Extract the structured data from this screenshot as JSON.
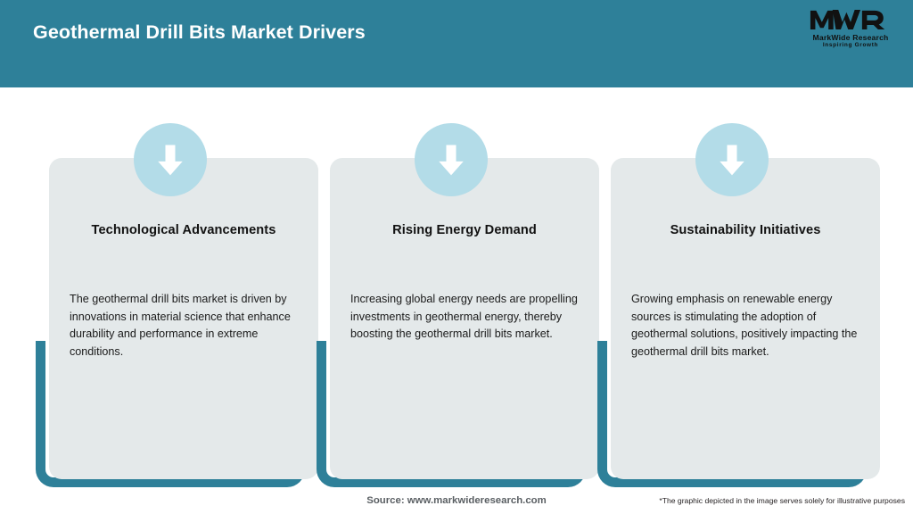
{
  "header": {
    "title": "Geothermal Drill Bits Market Drivers",
    "band_color": "#2E8099",
    "title_color": "#FFFFFF",
    "logo": {
      "mark_text": "MWR",
      "name": "MarkWide Research",
      "tagline": "Inspiring Growth",
      "icon": "mwr-logo-icon"
    }
  },
  "cards": [
    {
      "icon": "down-arrow-icon",
      "title": "Technological Advancements",
      "body": "The geothermal drill bits market is driven by innovations in material science that enhance durability and performance in extreme conditions."
    },
    {
      "icon": "down-arrow-icon",
      "title": "Rising Energy Demand",
      "body": "Increasing global energy needs are propelling investments in geothermal energy, thereby boosting the geothermal drill bits market."
    },
    {
      "icon": "down-arrow-icon",
      "title": "Sustainability Initiatives",
      "body": "Growing emphasis on renewable energy sources is stimulating the adoption of geothermal solutions, positively impacting the geothermal drill bits market."
    }
  ],
  "footer": {
    "source": "Source: www.markwideresearch.com",
    "disclaimer": "*The graphic depicted in the image serves solely for illustrative purposes"
  },
  "theme": {
    "teal": "#2E8099",
    "light_blue": "#B3DCE8",
    "card_grey": "#E4E9EA",
    "page_background": "#FFFFFF",
    "text_dark": "#121212"
  }
}
